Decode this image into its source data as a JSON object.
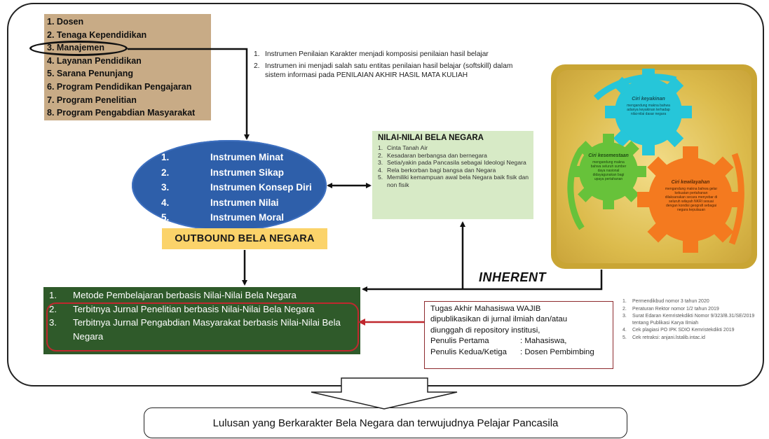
{
  "stakeholders": {
    "items": [
      {
        "num": "1.",
        "label": "Dosen"
      },
      {
        "num": "2.",
        "label": "Tenaga Kependidikan"
      },
      {
        "num": "3.",
        "label": "Manajemen"
      },
      {
        "num": "4.",
        "label": "Layanan Pendidikan"
      },
      {
        "num": "5.",
        "label": "Sarana Penunjang"
      },
      {
        "num": "6.",
        "label": "Program Pendidikan Pengajaran"
      },
      {
        "num": "7.",
        "label": "Program Penelitian"
      },
      {
        "num": "8.",
        "label": "Program Pengabdian Masyarakat"
      }
    ]
  },
  "notes": {
    "items": [
      {
        "num": "1.",
        "text": "Instrumen Penilaian Karakter menjadi komposisi penilaian hasil belajar"
      },
      {
        "num": "2.",
        "text": "Instrumen ini menjadi salah satu entitas penilaian hasil belajar (softskill) dalam sistem informasi pada PENILAIAN AKHIR HASIL MATA KULIAH"
      }
    ]
  },
  "instruments": {
    "items": [
      {
        "num": "1.",
        "label": "Instrumen Minat"
      },
      {
        "num": "2.",
        "label": "Instrumen Sikap"
      },
      {
        "num": "3.",
        "label": "Instrumen Konsep Diri"
      },
      {
        "num": "4.",
        "label": "Instrumen Nilai"
      },
      {
        "num": "5.",
        "label": "Instrumen Moral"
      }
    ]
  },
  "outbound": {
    "label": "OUTBOUND BELA NEGARA"
  },
  "nilai": {
    "title": "NILAI-NILAI BELA NEGARA",
    "items": [
      {
        "num": "1.",
        "text": "Cinta Tanah Air"
      },
      {
        "num": "2.",
        "text": "Kesadaran berbangsa dan bernegara"
      },
      {
        "num": "3.",
        "text": "Setia/yakin pada Pancasila sebagai Ideologi Negara"
      },
      {
        "num": "4.",
        "text": "Rela berkorban bagi bangsa dan Negara"
      },
      {
        "num": "5.",
        "text": "Memiliki kemampuan awal bela Negara baik fisik dan non fisik"
      }
    ]
  },
  "gears": {
    "top": {
      "title": "Ciri keyakinan",
      "text": "mengandung makna bahwa adanya keyakinan terhadap nilai-nilai dasar negara",
      "color": "#26c6d9"
    },
    "left": {
      "title": "Ciri kesemestaan",
      "text": "mengandung makna bahwa seluruh sumber daya nasional didayagunakan bagi upaya pertahanan",
      "color": "#67c23a"
    },
    "right": {
      "title": "Ciri kewilayahan",
      "text": "mengandung makna bahwa gelar kekuatan pertahanan dilaksanakan secara menyebar di seluruh wilayah NKRI sesuai dengan kondisi geografi sebagai negara kepulauan",
      "color": "#f47a1f"
    }
  },
  "inherent": {
    "label": "INHERENT"
  },
  "outcomes": {
    "items": [
      {
        "num": "1.",
        "text": "Metode Pembelajaran berbasis Nilai-Nilai Bela Negara"
      },
      {
        "num": "2.",
        "text": "Terbitnya Jurnal Penelitian berbasis Nilai-Nilai Bela Negara"
      },
      {
        "num": "3.",
        "text": "Terbitnya Jurnal Pengabdian Masyarakat berbasis Nilai-Nilai Bela Negara"
      }
    ]
  },
  "tugas": {
    "lines": [
      "Tugas Akhir Mahasiswa WAJIB",
      "dipublikasikan di jurnal ilmiah dan/atau",
      "diunggah di repository institusi,"
    ],
    "penulis": [
      {
        "label": "Penulis Pertama",
        "value": ":  Mahasiswa,"
      },
      {
        "label": "Penulis Kedua/Ketiga",
        "value": ":  Dosen Pembimbing"
      }
    ]
  },
  "refs": {
    "items": [
      {
        "num": "1.",
        "text": "Permendikbud nomor 3 tahun 2020"
      },
      {
        "num": "2.",
        "text": "Peraturan Rektor nomor 1/2 tahun 2019"
      },
      {
        "num": "3.",
        "text": "Surat Edaran Kemristekdikti Nomor 9/323/B.31/SE/2019 tentang Publikasi Karya Ilmiah"
      },
      {
        "num": "4.",
        "text": "Cek plagiasi PO IPK SDIO Kemristekdikti 2019"
      },
      {
        "num": "5.",
        "text": "Cek retraksi: anjani.lstalib.intac.id"
      }
    ]
  },
  "final": {
    "label": "Lulusan yang Berkarakter Bela Negara dan terwujudnya Pelajar Pancasila"
  },
  "colors": {
    "stakeholder_bg": "#c8ab86",
    "ellipse": "#2e5faa",
    "outbound": "#fbd36a",
    "nilai_bg": "#d7eac6",
    "gear_panel": "#c9a534",
    "outcomes_bg": "#2f5a2a",
    "highlight_red": "#c0282e"
  }
}
